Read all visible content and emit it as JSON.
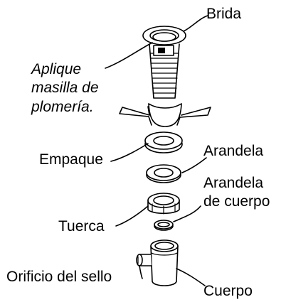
{
  "labels": {
    "brida": "Brida",
    "note_line1": "Aplique",
    "note_line2": "masilla de",
    "note_line3": "plomería.",
    "empaque": "Empaque",
    "arandela": "Arandela",
    "arandela_cuerpo_line1": "Arandela",
    "arandela_cuerpo_line2": "de cuerpo",
    "tuerca": "Tuerca",
    "orificio": "Orificio del sello",
    "cuerpo": "Cuerpo"
  }
}
